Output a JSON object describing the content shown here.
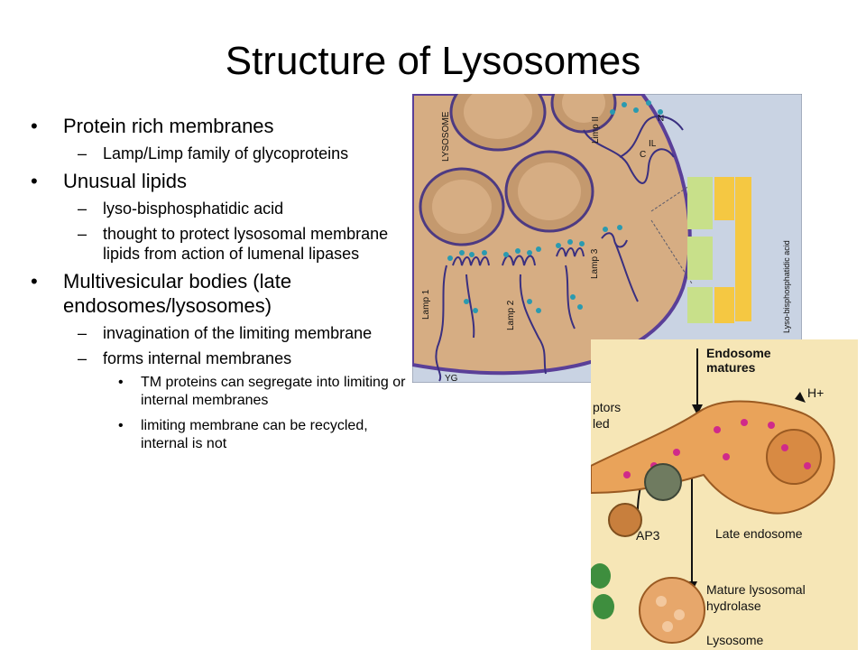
{
  "slide": {
    "title": "Structure of Lysosomes",
    "bullets": [
      {
        "level": 1,
        "text": "Protein rich membranes"
      },
      {
        "level": 2,
        "text": "Lamp/Limp family of glycoproteins"
      },
      {
        "level": 1,
        "text": "Unusual lipids"
      },
      {
        "level": 2,
        "text": "lyso-bisphosphatidic acid"
      },
      {
        "level": 2,
        "text": "thought to protect lysosomal membrane lipids from action of lumenal lipases"
      },
      {
        "level": 1,
        "text": "Multivesicular bodies (late endosomes/lysosomes)"
      },
      {
        "level": 2,
        "text": "invagination of the limiting membrane"
      },
      {
        "level": 2,
        "text": "forms internal membranes"
      },
      {
        "level": 3,
        "text": "TM proteins can segregate into limiting or internal membranes"
      },
      {
        "level": 3,
        "text": "limiting membrane can be recycled, internal is not"
      }
    ],
    "markers": {
      "level1": "•",
      "level2": "–",
      "level3": "•"
    }
  },
  "figure1": {
    "lysosome_label": "LYSOSOME",
    "lamp1": "Lamp 1",
    "lamp2": "Lamp 2",
    "lamp3": "Lamp 3",
    "limp2": "Limp II",
    "n_label": "N",
    "c_label": "C",
    "il_label": "IL",
    "yg_label": "YG",
    "lipid_label": "Lyso-bisphosphatidic acid"
  },
  "figure2": {
    "endosome_matures": "Endosome\nmatures",
    "h_plus": "H+",
    "receptors_recycled": "ptors\nled",
    "late_endosome": "Late endosome",
    "ap3": "AP3",
    "mature_hydrolase": "Mature lysosomal\nhydrolase",
    "lysosome": "Lysosome"
  }
}
